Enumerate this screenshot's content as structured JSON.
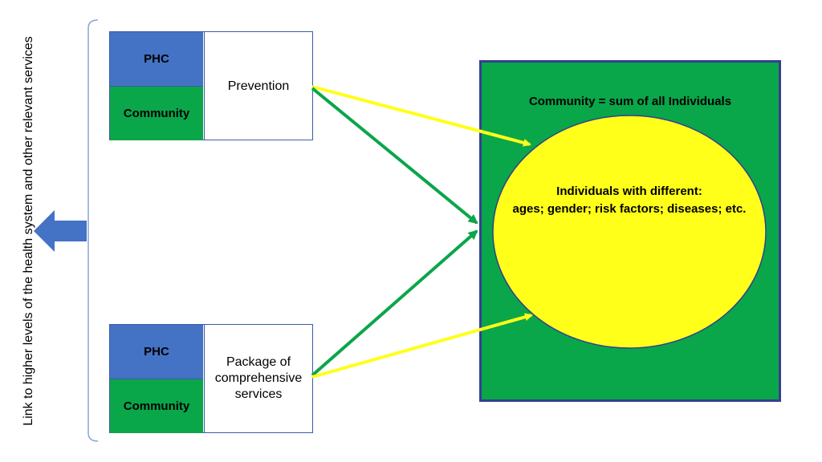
{
  "side_label": "Link to higher levels of the health system and other relevant services",
  "cards": [
    {
      "top_label": "PHC",
      "bottom_label": "Community",
      "description": "Prevention"
    },
    {
      "top_label": "PHC",
      "bottom_label": "Community",
      "description": "Package of comprehensive services"
    }
  ],
  "community_box": {
    "title": "Community = sum of all Individuals",
    "ellipse_line1": "Individuals with different:",
    "ellipse_line2": "ages; gender; risk factors; diseases; etc."
  },
  "colors": {
    "phc_blue": "#4472c4",
    "community_green": "#0aa64a",
    "ellipse_yellow": "#ffff1a",
    "arrow_yellow": "#ffff1a",
    "arrow_green": "#0aa64a",
    "box_border": "#33408f"
  },
  "icons": [
    "left-arrow-icon",
    "brace-icon"
  ]
}
